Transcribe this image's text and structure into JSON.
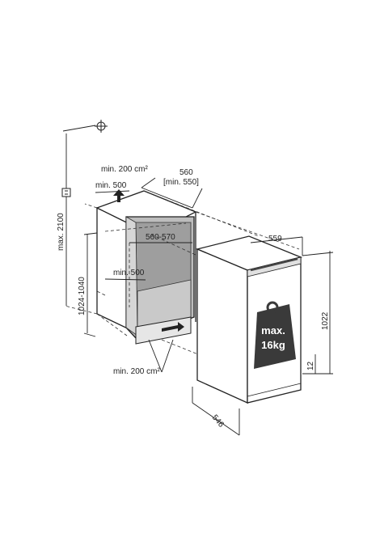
{
  "labels": {
    "min_200cm2_top": "min. 200 cm²",
    "min_500_top": "min. 500",
    "width_560": "560",
    "width_min_550": "[min. 550]",
    "max_2100": "max. 2100",
    "niche_height": "1024-1040",
    "inner_width": "560-570",
    "min_500_inner": "min. 500",
    "min_200cm2_bottom": "min. 200 cm²",
    "appliance_width": "559",
    "appliance_height": "1022",
    "plinth_12": "12",
    "depth_546": "546",
    "weight_line1": "max.",
    "weight_line2": "16kg"
  },
  "icons": {
    "power_socket": "power-plug-icon",
    "crosshair": "crosshair-icon",
    "weight": "weight-icon",
    "airflow_arrow": "airflow-arrow-icon"
  }
}
